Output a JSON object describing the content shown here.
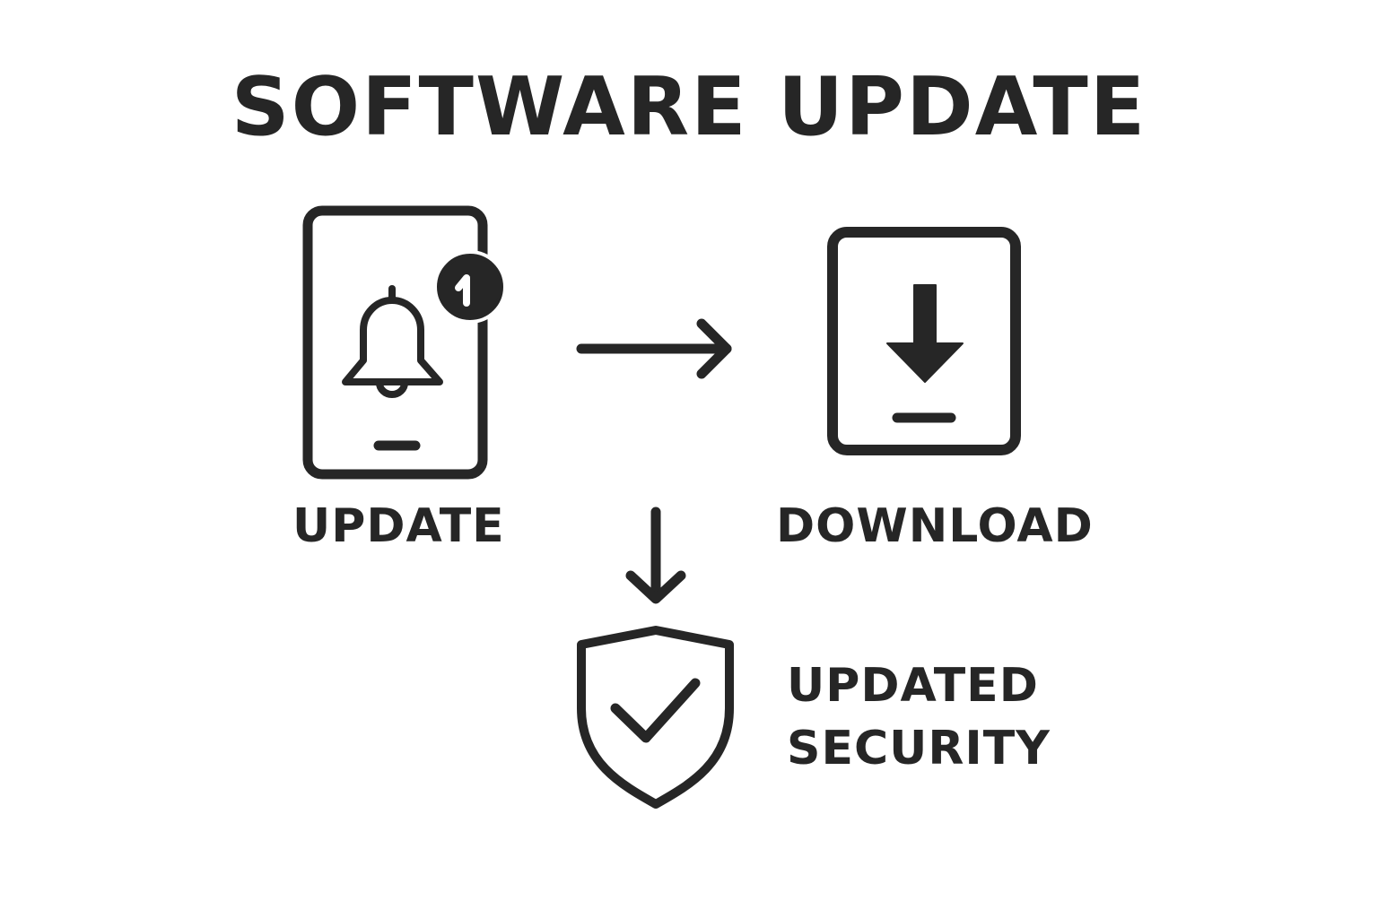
{
  "title": "SOFTWARE UPDATE",
  "steps": {
    "update": {
      "label": "UPDATE",
      "icon": "phone-notification-bell-icon",
      "badge": "1"
    },
    "download": {
      "label": "DOWNLOAD",
      "icon": "tablet-download-icon"
    },
    "security": {
      "label_line1": "UPDATED",
      "label_line2": "SECURITY",
      "icon": "shield-check-icon"
    }
  },
  "colors": {
    "ink": "#262626",
    "background": "#ffffff"
  }
}
